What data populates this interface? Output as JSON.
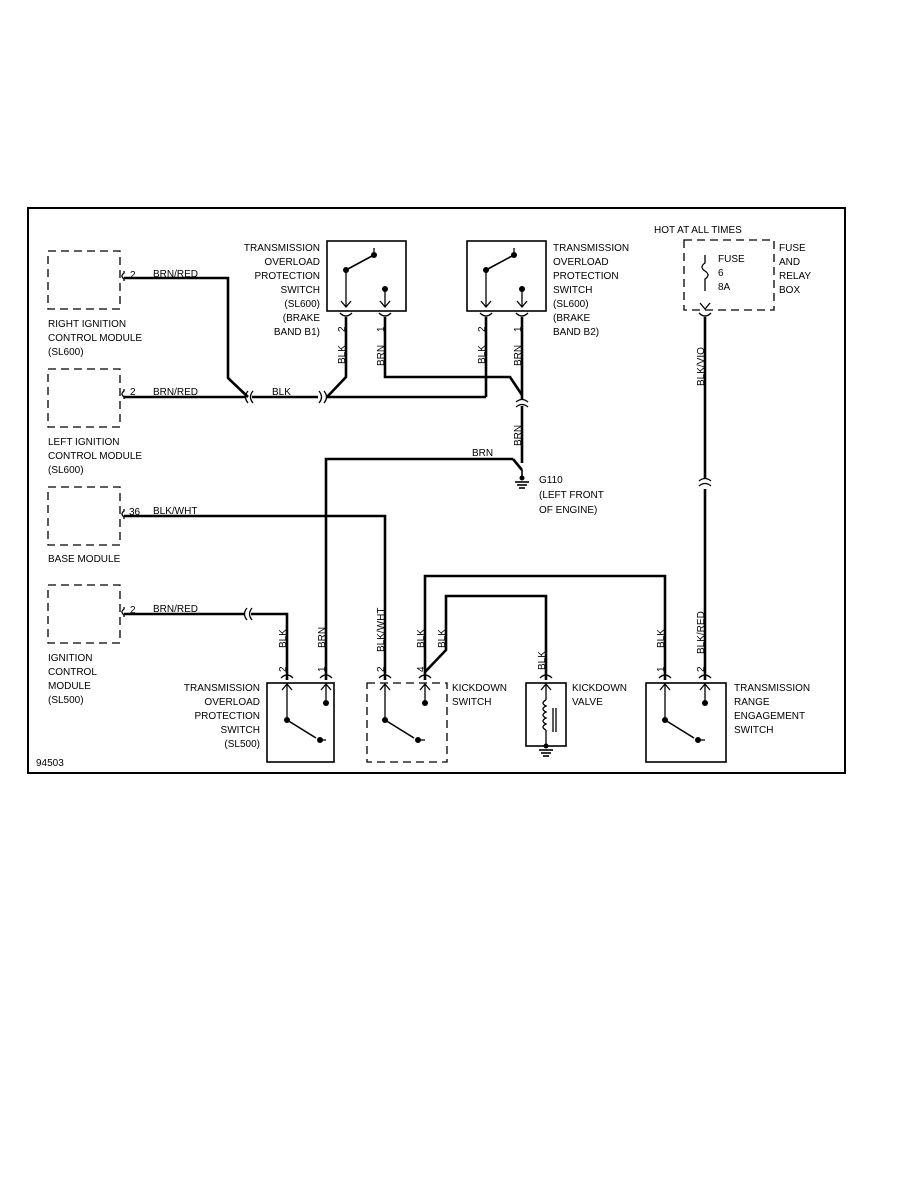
{
  "diagram_id": "94503",
  "hot_label": "HOT AT ALL TIMES",
  "modules": {
    "right_ignition": {
      "lines": [
        "RIGHT IGNITION",
        "CONTROL MODULE",
        "(SL600)"
      ],
      "pin": "2",
      "wire": "BRN/RED"
    },
    "left_ignition": {
      "lines": [
        "LEFT IGNITION",
        "CONTROL MODULE",
        "(SL600)"
      ],
      "pin": "2",
      "wire": "BRN/RED"
    },
    "base_module": {
      "lines": [
        "BASE MODULE"
      ],
      "pin": "36",
      "wire": "BLK/WHT"
    },
    "ignition_module": {
      "lines": [
        "IGNITION",
        "CONTROL",
        "MODULE",
        "(SL500)"
      ],
      "pin": "2",
      "wire": "BRN/RED"
    }
  },
  "switch_b1": {
    "lines": [
      "TRANSMISSION",
      "OVERLOAD",
      "PROTECTION",
      "SWITCH",
      "(SL600)",
      "(BRAKE",
      "BAND B1)"
    ],
    "pin_left": "2",
    "pin_right": "1",
    "wire_left": "BLK",
    "wire_right": "BRN"
  },
  "switch_b2": {
    "lines": [
      "TRANSMISSION",
      "OVERLOAD",
      "PROTECTION",
      "SWITCH",
      "(SL600)",
      "(BRAKE",
      "BAND B2)"
    ],
    "pin_left": "2",
    "pin_right": "1",
    "wire_left": "BLK",
    "wire_right": "BRN"
  },
  "fuse_box": {
    "lines": [
      "FUSE",
      "AND",
      "RELAY",
      "BOX"
    ],
    "fuse_lines": [
      "FUSE",
      "6",
      "8A"
    ],
    "wire": "BLK/VIO"
  },
  "splice": {
    "wire_blk": "BLK",
    "wire_brn": "BRN",
    "wire_brn_top": "BRN"
  },
  "ground": {
    "lines": [
      "G110",
      "(LEFT FRONT",
      "OF ENGINE)"
    ]
  },
  "switch_sl500": {
    "lines": [
      "TRANSMISSION",
      "OVERLOAD",
      "PROTECTION",
      "SWITCH",
      "(SL500)"
    ],
    "pin_left": "2",
    "pin_right": "1",
    "wire_left": "BLK",
    "wire_right": "BRN"
  },
  "kickdown_switch": {
    "lines": [
      "KICKDOWN",
      "SWITCH"
    ],
    "pin_left": "2",
    "pin_right": "4",
    "wire_left": "BLK/WHT",
    "wire_right": "BLK",
    "wire_extra": "BLK"
  },
  "kickdown_valve": {
    "lines": [
      "KICKDOWN",
      "VALVE"
    ],
    "wire": "BLK"
  },
  "range_switch": {
    "lines": [
      "TRANSMISSION",
      "RANGE",
      "ENGAGEMENT",
      "SWITCH"
    ],
    "pin_left": "1",
    "pin_right": "2",
    "wire_left": "BLK",
    "wire_right": "BLK/RED"
  }
}
